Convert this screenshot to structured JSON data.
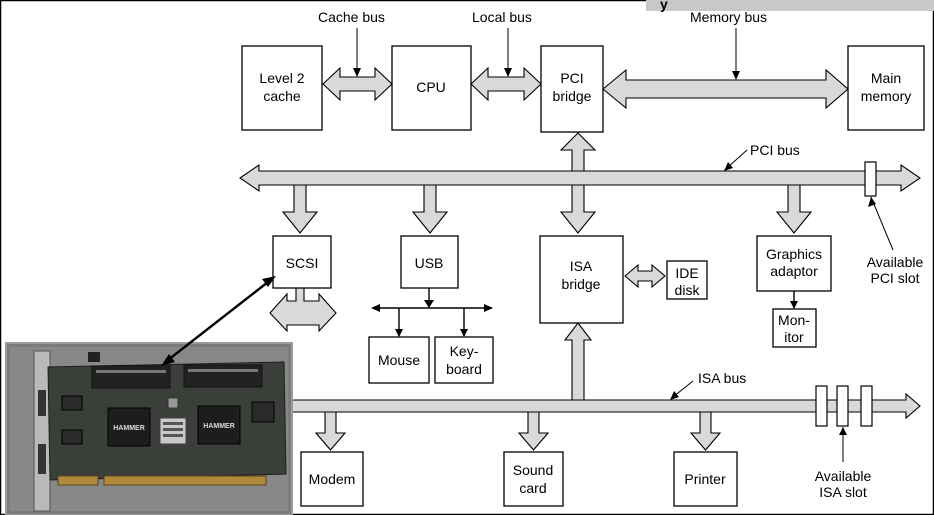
{
  "labels": {
    "cache_bus": "Cache bus",
    "local_bus": "Local bus",
    "memory_bus": "Memory bus",
    "pci_bus": "PCI bus",
    "isa_bus": "ISA bus"
  },
  "boxes": {
    "level2_cache": [
      "Level 2",
      "cache"
    ],
    "cpu": [
      "CPU"
    ],
    "pci_bridge": [
      "PCI",
      "bridge"
    ],
    "main_memory": [
      "Main",
      "memory"
    ],
    "scsi": [
      "SCSI"
    ],
    "usb": [
      "USB"
    ],
    "isa_bridge": [
      "ISA",
      "bridge"
    ],
    "ide_disk": [
      "IDE",
      "disk"
    ],
    "graphics_adaptor": [
      "Graphics",
      "adaptor"
    ],
    "monitor": [
      "Mon-",
      "itor"
    ],
    "mouse": [
      "Mouse"
    ],
    "keyboard": [
      "Key-",
      "board"
    ],
    "modem": [
      "Modem"
    ],
    "sound_card": [
      "Sound",
      "card"
    ],
    "printer": [
      "Printer"
    ]
  },
  "annotations": {
    "available_pci_slot": [
      "Available",
      "PCI slot"
    ],
    "available_isa_slot": [
      "Available",
      "ISA slot"
    ]
  },
  "photo": {
    "card_label_left": "HAMMER",
    "card_label_right": "HAMMER",
    "subject": "SCSI controller card photograph"
  },
  "colors": {
    "bus_fill": "#d9d9d9",
    "photo_background": "#7c7c7c",
    "board": "#3a3f3a"
  }
}
